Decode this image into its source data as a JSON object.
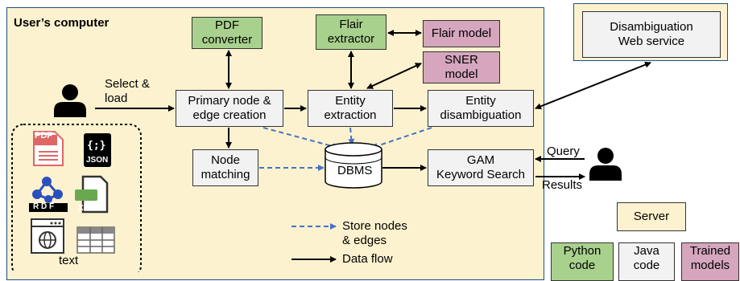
{
  "regions": {
    "user_computer": "User’s computer"
  },
  "user": {
    "select_load": "Select &\nload"
  },
  "boxes": {
    "pdf_converter": "PDF\nconverter",
    "flair_extractor": "Flair\nextractor",
    "flair_model": "Flair model",
    "sner_model": "SNER\nmodel",
    "primary_node": "Primary node &\nedge creation",
    "entity_extraction": "Entity\nextraction",
    "entity_disambiguation": "Entity\ndisambiguation",
    "node_matching": "Node\nmatching",
    "dbms": "DBMS",
    "gam_search": "GAM\nKeyword Search",
    "disambiguation_service": "Disambiguation\nWeb service"
  },
  "inputs": {
    "pdf_label": "PDF",
    "json_glyph": "{;}",
    "json_label": "JSON",
    "rdf_label": "R D F",
    "xml_label": "XML",
    "text_label": "text"
  },
  "query": {
    "query_label": "Query",
    "results_label": "Results"
  },
  "legend": {
    "server": "Server",
    "python": "Python\ncode",
    "java": "Java\ncode",
    "trained": "Trained\nmodels",
    "store": "Store nodes\n& edges",
    "dataflow": "Data flow"
  },
  "colors": {
    "region_fill": "#fdf2cf",
    "python_green": "#a9d18e",
    "model_pink": "#d5a6bd",
    "java_grey": "#f2f2f2",
    "store_arrow_blue": "#4472c4"
  }
}
